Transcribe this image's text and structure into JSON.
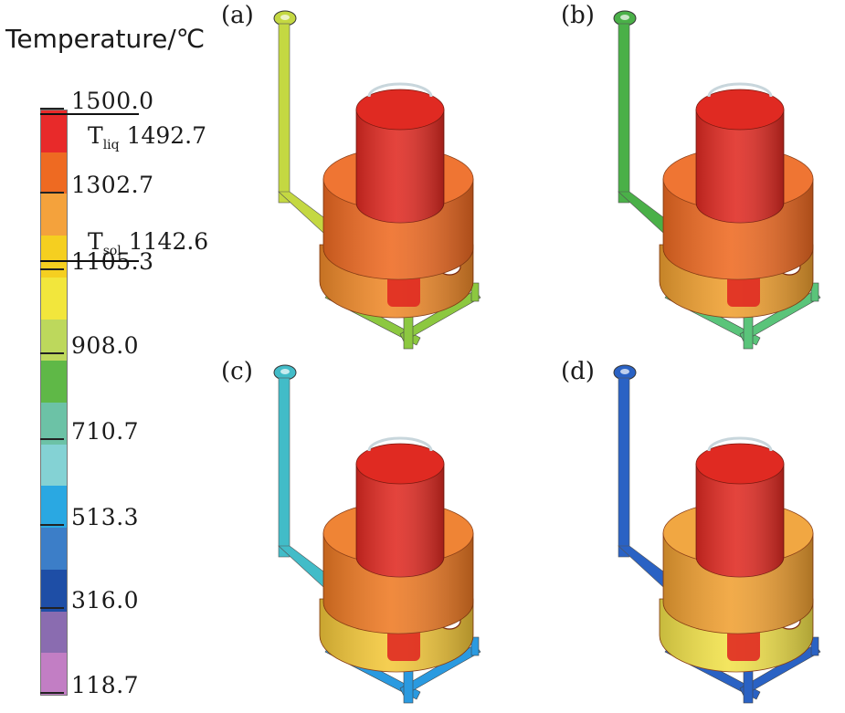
{
  "legend": {
    "title": "Temperature/℃",
    "ticks": [
      "1500.0",
      "1302.7",
      "1105.3",
      "908.0",
      "710.7",
      "513.3",
      "316.0",
      "118.7"
    ],
    "liquidus": {
      "symbol": "T",
      "sub": "liq",
      "value": "1492.7"
    },
    "solidus": {
      "symbol": "T",
      "sub": "sol",
      "value": "1142.6"
    },
    "colors": [
      "#e82a2a",
      "#ee6a22",
      "#f4a23c",
      "#f5cf20",
      "#f2e63c",
      "#bdd85c",
      "#5fb847",
      "#6cc2a6",
      "#84d2d4",
      "#2aa8e2",
      "#3c7ec8",
      "#1e4ea6",
      "#8a6cb0",
      "#c27ec4"
    ]
  },
  "panels": [
    {
      "label": "(a)",
      "pipe_color": "#c4d842",
      "ring_color": "#ee6a22",
      "body_color": "#e02a22",
      "frame_color": "#8cc840",
      "bottom_color": "#f08a2a"
    },
    {
      "label": "(b)",
      "pipe_color": "#4ab048",
      "ring_color": "#ee6a22",
      "body_color": "#e02a22",
      "frame_color": "#5ac47a",
      "bottom_color": "#f0a030"
    },
    {
      "label": "(c)",
      "pipe_color": "#42bcc8",
      "ring_color": "#ee7a24",
      "body_color": "#e02a22",
      "frame_color": "#2a9ae0",
      "bottom_color": "#f4c83a"
    },
    {
      "label": "(d)",
      "pipe_color": "#2a62c4",
      "ring_color": "#f0a032",
      "body_color": "#e02a22",
      "frame_color": "#2a62c4",
      "bottom_color": "#f2e24a"
    }
  ]
}
